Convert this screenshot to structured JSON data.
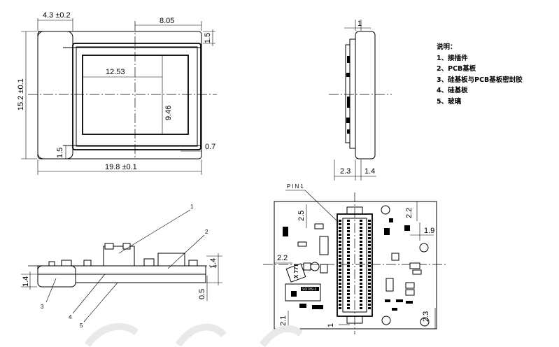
{
  "top_view": {
    "dim_width": "19.8 ±0.1",
    "dim_height": "15.2 ±0.1",
    "dim_flange": "4.3 ±0.2",
    "dim_offset": "8.05",
    "dim_top_gap": "1.5",
    "dim_bottom_gap": "1.5",
    "dim_glass_width": "12.53",
    "dim_glass_height": "9.46",
    "dim_edge": "0.7"
  },
  "side_view": {
    "dim_top": "1",
    "dim_body": "2.3",
    "dim_base": "1.4"
  },
  "front_view": {
    "dim_height": "1.4",
    "dim_left": "1.4",
    "dim_bottom": "0.5",
    "callouts": [
      "1",
      "2",
      "3",
      "4",
      "5"
    ]
  },
  "pcb_view": {
    "pin_label": "PIN1",
    "dim_top_left": "2.5",
    "dim_left": "2.2",
    "dim_bottom_left": "2.1",
    "dim_bottom_mid": "1",
    "dim_top_right": "2.2",
    "dim_right": "1.9",
    "dim_bottom_right": "2.3",
    "crystal_text": "X 777",
    "chip_text": "SOT89-3"
  },
  "notes": {
    "title": "说明：",
    "items": [
      "1、接插件",
      "2、PCB基板",
      "3、硅基板与PCB基板密封胶",
      "4、硅基板",
      "5、玻璃"
    ]
  }
}
